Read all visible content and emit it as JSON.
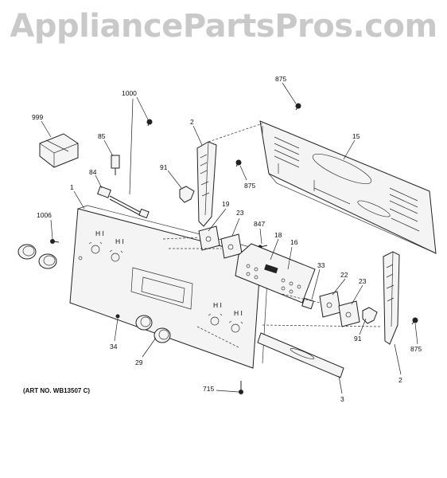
{
  "watermark": "AppliancePartsPros.com",
  "art_number": "(ART NO. WB13507 C)",
  "callouts": [
    "999",
    "1000",
    "875",
    "2",
    "85",
    "91",
    "875",
    "15",
    "84",
    "1",
    "19",
    "23",
    "847",
    "18",
    "16",
    "1006",
    "33",
    "22",
    "23",
    "91",
    "34",
    "29",
    "875",
    "2",
    "715",
    "3"
  ]
}
